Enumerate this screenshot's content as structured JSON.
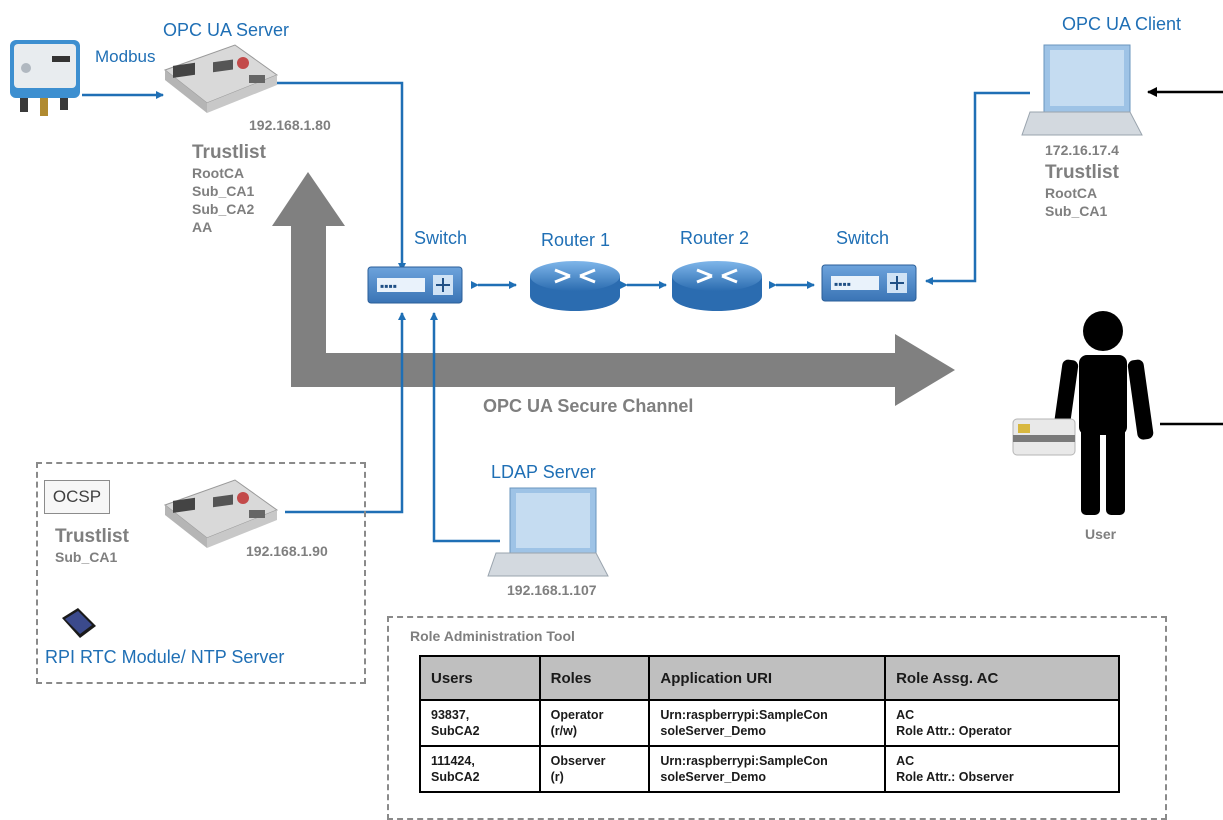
{
  "nodes": {
    "opc_server": {
      "label": "OPC UA Server",
      "ip": "192.168.1.80"
    },
    "modbus": {
      "label": "Modbus"
    },
    "opc_client": {
      "label": "OPC UA Client",
      "ip": "172.16.17.4"
    },
    "switch_left": {
      "label": "Switch"
    },
    "router1": {
      "label": "Router 1"
    },
    "router2": {
      "label": "Router 2"
    },
    "switch_right": {
      "label": "Switch"
    },
    "ldap": {
      "label": "LDAP Server",
      "ip": "192.168.1.107"
    },
    "ocsp_pi": {
      "ip": "192.168.1.90"
    },
    "user": {
      "label": "User"
    }
  },
  "server_trustlist": {
    "title": "Trustlist",
    "items": [
      "RootCA",
      "Sub_CA1",
      "Sub_CA2",
      "AA"
    ]
  },
  "client_trustlist": {
    "title": "Trustlist",
    "items": [
      "RootCA",
      "Sub_CA1"
    ]
  },
  "ocsp_group": {
    "box_label": "OCSP",
    "trustlist_title": "Trustlist",
    "trustlist_items": [
      "Sub_CA1"
    ],
    "rtc_label": "RPI RTC Module/ NTP Server"
  },
  "secure_channel": {
    "label": "OPC UA Secure Channel"
  },
  "role_tool": {
    "title": "Role Administration Tool",
    "headers": [
      "Users",
      "Roles",
      "Application URI",
      "Role Assg. AC"
    ],
    "rows": [
      [
        [
          "93837,",
          "SubCA2"
        ],
        [
          "Operator",
          "(r/w)"
        ],
        [
          "Urn:raspberrypi:SampleCon",
          "soleServer_Demo"
        ],
        [
          "AC",
          "Role Attr.: Operator"
        ]
      ],
      [
        [
          "111424,",
          "SubCA2"
        ],
        [
          "Observer",
          "(r)"
        ],
        [
          "Urn:raspberrypi:SampleCon",
          "soleServer_Demo"
        ],
        [
          "AC",
          "Role Attr.: Observer"
        ]
      ]
    ]
  },
  "colors": {
    "link_blue": "#1f6fb5",
    "arrow_gray": "#7f7f7f",
    "device_blue": "#4a86c5"
  }
}
